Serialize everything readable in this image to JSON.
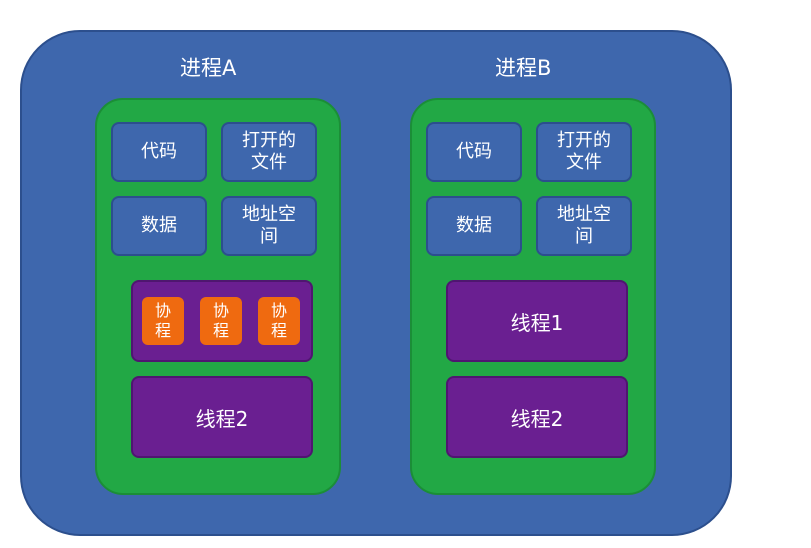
{
  "processes": [
    {
      "title": "进程A",
      "resources": [
        "代码",
        "打开的文件",
        "数据",
        "地址空间"
      ],
      "coroutines": [
        "协程",
        "协程",
        "协程"
      ],
      "threads": [
        "线程2"
      ]
    },
    {
      "title": "进程B",
      "resources": [
        "代码",
        "打开的文件",
        "数据",
        "地址空间"
      ],
      "threads": [
        "线程1",
        "线程2"
      ]
    }
  ],
  "colors": {
    "outer": "#3e67ad",
    "process": "#22a845",
    "resource": "#3e67ad",
    "thread": "#6a1f91",
    "coroutine": "#ef6a10"
  }
}
